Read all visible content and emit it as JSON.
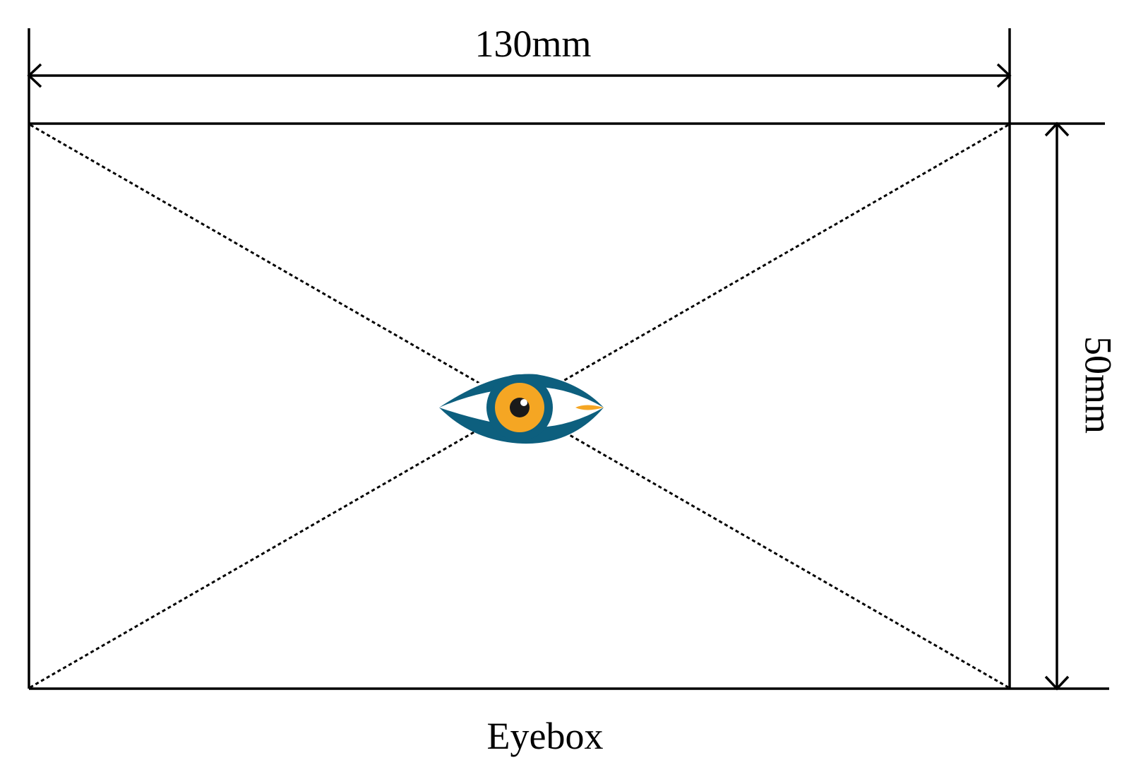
{
  "width_dimension": {
    "label": "130mm"
  },
  "height_dimension": {
    "label": "50mm"
  },
  "caption": {
    "text": "Eyebox"
  },
  "eye": {
    "icon": "eye-icon",
    "colors": {
      "outline": "#0d5f7e",
      "iris": "#f5a623",
      "pupil": "#1a1a1a",
      "highlight": "#ffffff"
    }
  },
  "colors": {
    "line": "#000000",
    "background": "#ffffff"
  }
}
